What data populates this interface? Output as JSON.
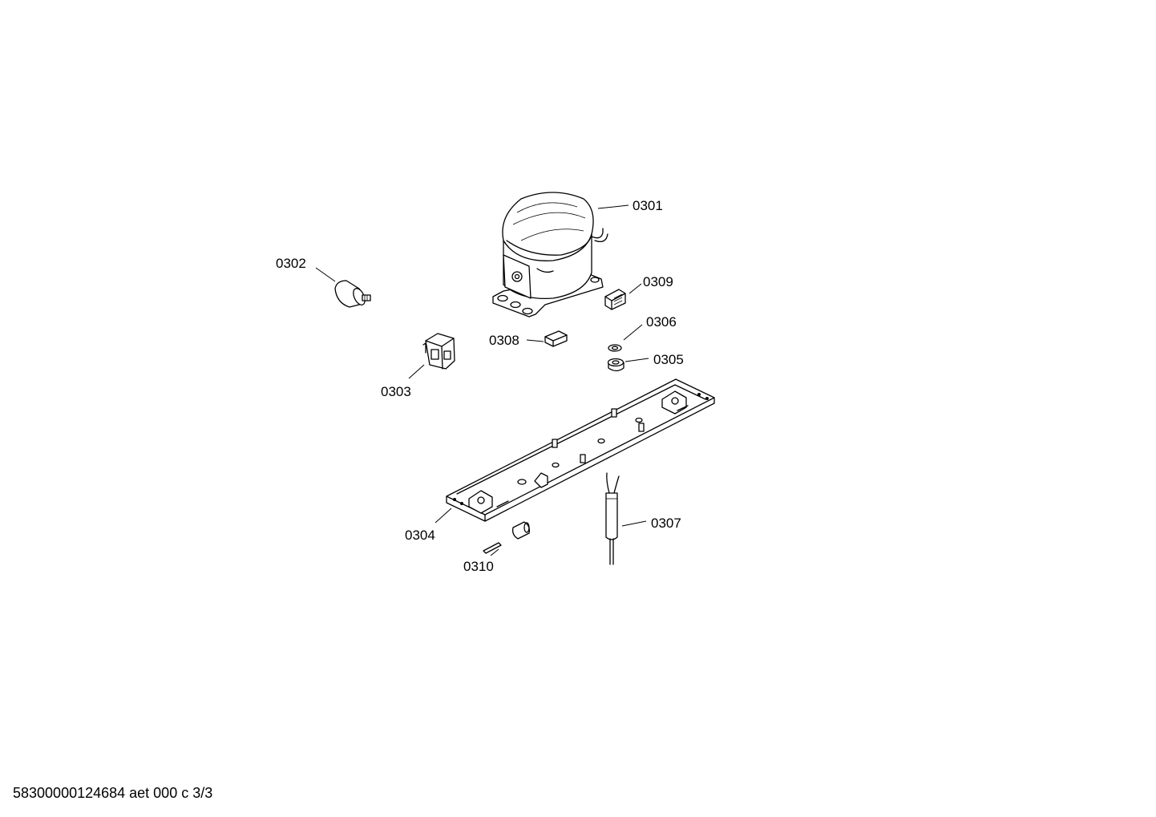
{
  "diagram": {
    "callouts": [
      {
        "id": "0301",
        "label": "0301"
      },
      {
        "id": "0302",
        "label": "0302"
      },
      {
        "id": "0303",
        "label": "0303"
      },
      {
        "id": "0304",
        "label": "0304"
      },
      {
        "id": "0305",
        "label": "0305"
      },
      {
        "id": "0306",
        "label": "0306"
      },
      {
        "id": "0307",
        "label": "0307"
      },
      {
        "id": "0308",
        "label": "0308"
      },
      {
        "id": "0309",
        "label": "0309"
      },
      {
        "id": "0310",
        "label": "0310"
      }
    ]
  },
  "footer": {
    "text": "58300000124684 aet 000 c 3/3"
  }
}
